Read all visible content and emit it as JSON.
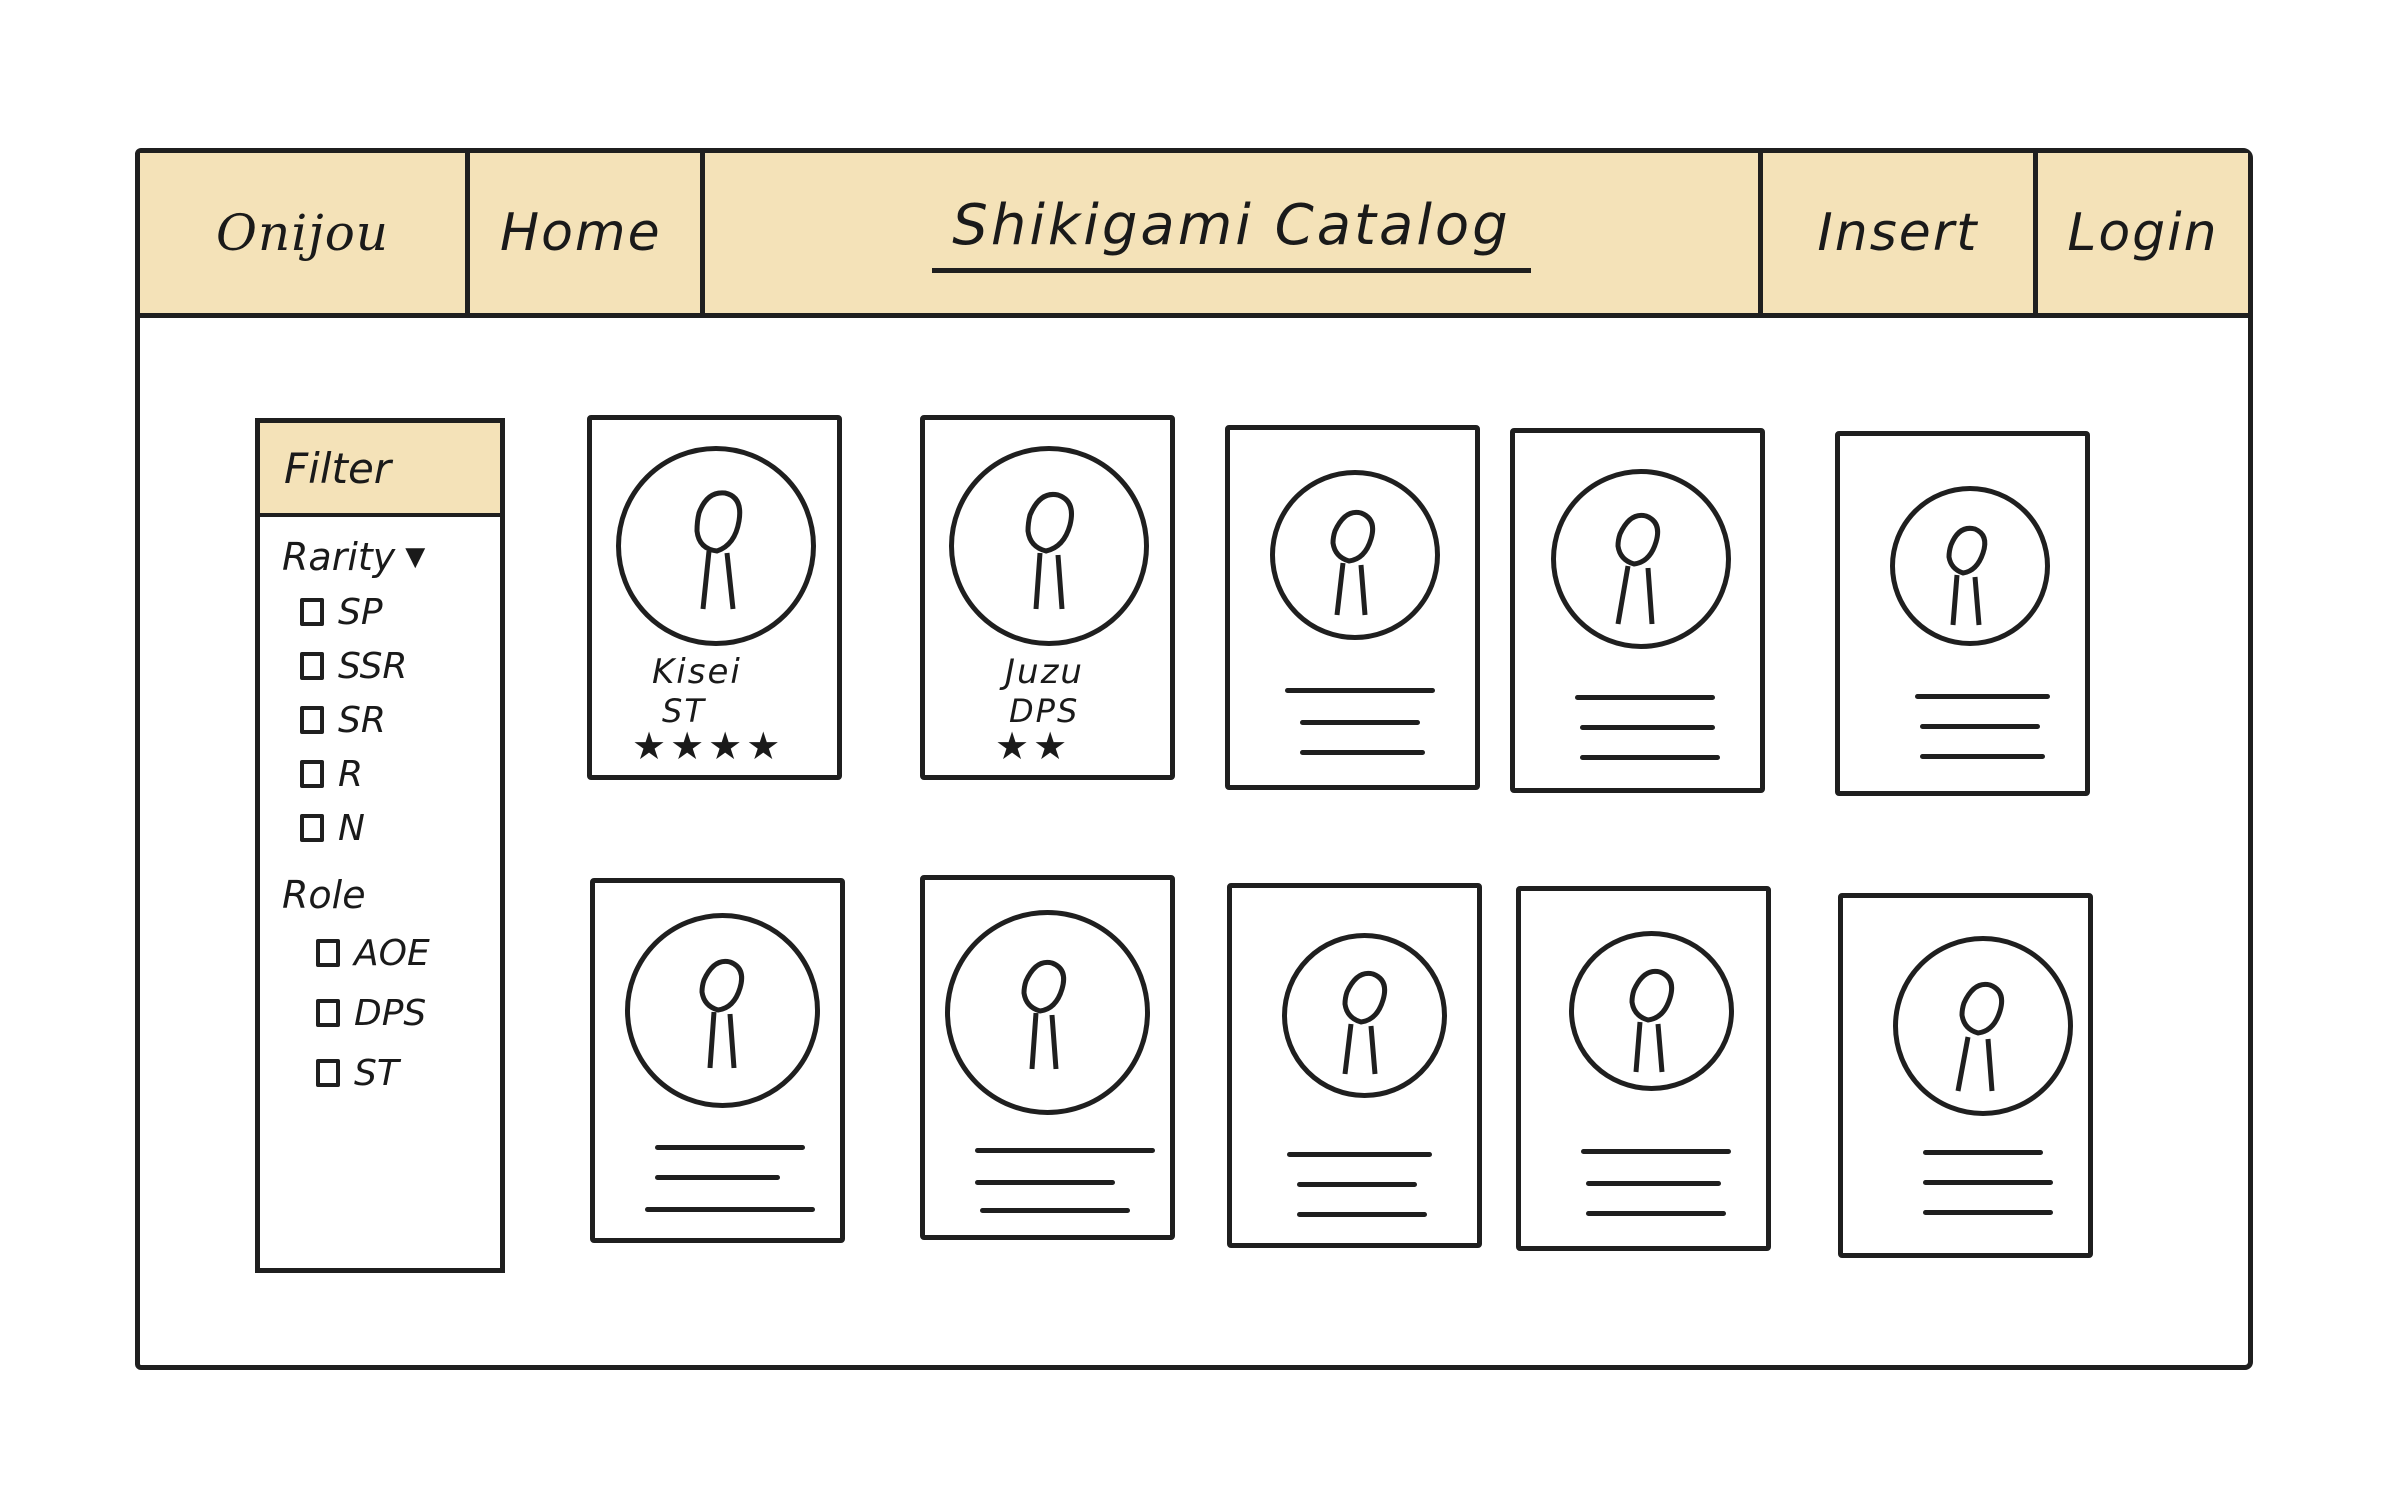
{
  "navbar": {
    "logo": "Onijou",
    "home": "Home",
    "title": "Shikigami Catalog",
    "insert": "Insert",
    "login": "Login"
  },
  "filter": {
    "title": "Filter",
    "rarity": {
      "label": "Rarity",
      "options": [
        "SP",
        "SSR",
        "SR",
        "R",
        "N"
      ]
    },
    "role": {
      "label": "Role",
      "options": [
        "AOE",
        "DPS",
        "ST"
      ]
    }
  },
  "cards": [
    {
      "name": "Kisei",
      "role": "ST",
      "stars": "★★★★"
    },
    {
      "name": "Juzu",
      "role": "DPS",
      "stars": "★★"
    }
  ],
  "colors": {
    "accent": "#f4e2b8",
    "ink": "#1f1f1f"
  }
}
